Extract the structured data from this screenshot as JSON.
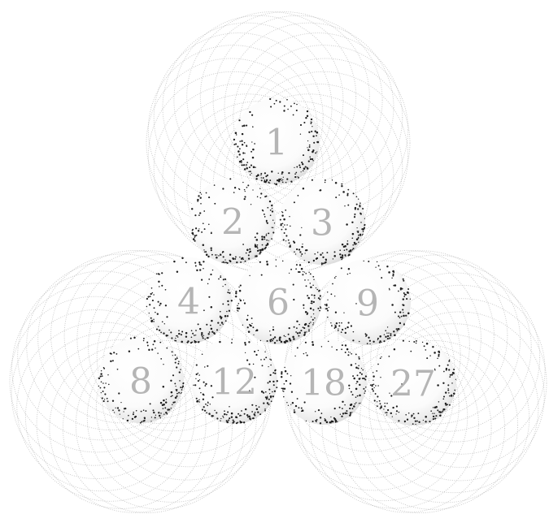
{
  "diagram": {
    "rows": [
      [
        "1"
      ],
      [
        "2",
        "3"
      ],
      [
        "4",
        "6",
        "9"
      ],
      [
        "8",
        "12",
        "18",
        "27"
      ]
    ],
    "colors": {
      "background": "#ffffff",
      "ring_stroke": "#bdbdbd",
      "ball_fill": "#ffffff",
      "stipple": "#1e1e1e",
      "number": "#b5b5b5"
    }
  }
}
